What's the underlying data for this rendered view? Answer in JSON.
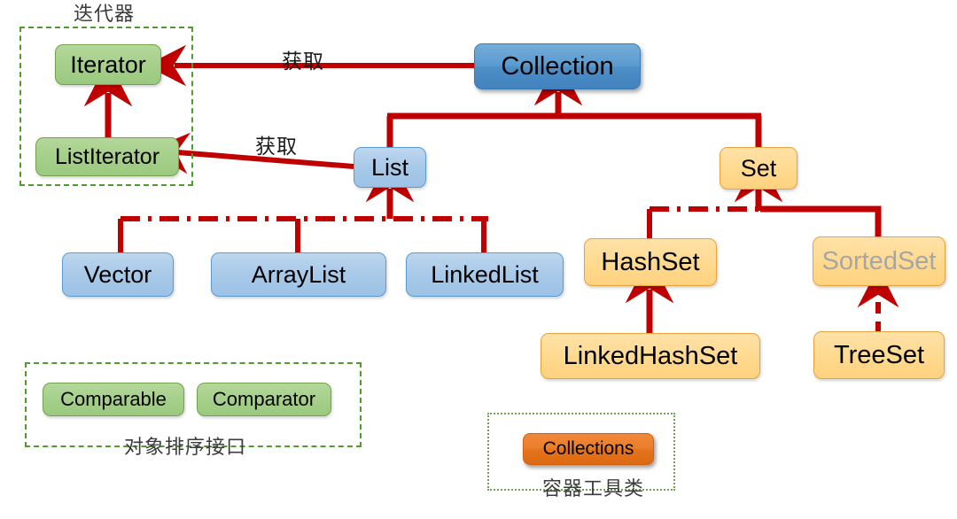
{
  "diagram": {
    "title_hidden": "",
    "accent_line_color": "#c00000",
    "frames": [
      {
        "name": "iterator-group",
        "label": "迭代器",
        "border_style": "dashed",
        "color": "#4f9b2f"
      },
      {
        "name": "comparator-group",
        "label": "对象排序接口",
        "border_style": "dashed",
        "color": "#4f9b2f"
      },
      {
        "name": "utility-group",
        "label": "容器工具类",
        "border_style": "dotted",
        "color": "#6aa84f"
      }
    ],
    "nodes": {
      "iterator": {
        "label": "Iterator",
        "style": "green"
      },
      "list_iterator": {
        "label": "ListIterator",
        "style": "green"
      },
      "collection": {
        "label": "Collection",
        "style": "blue-strong"
      },
      "list": {
        "label": "List",
        "style": "blue-light"
      },
      "set": {
        "label": "Set",
        "style": "yellow"
      },
      "vector": {
        "label": "Vector",
        "style": "blue-light"
      },
      "arraylist": {
        "label": "ArrayList",
        "style": "blue-light"
      },
      "linkedlist": {
        "label": "LinkedList",
        "style": "blue-light"
      },
      "hashset": {
        "label": "HashSet",
        "style": "yellow"
      },
      "sortedset": {
        "label": "SortedSet",
        "style": "yellow-muted"
      },
      "linkedhashset": {
        "label": "LinkedHashSet",
        "style": "yellow"
      },
      "treeset": {
        "label": "TreeSet",
        "style": "yellow"
      },
      "comparable": {
        "label": "Comparable",
        "style": "green"
      },
      "comparator": {
        "label": "Comparator",
        "style": "green"
      },
      "collections": {
        "label": "Collections",
        "style": "orange"
      }
    },
    "edges": [
      {
        "name": "collection-to-iterator",
        "label": "获取",
        "from": "collection",
        "to": "iterator",
        "line": "solid"
      },
      {
        "name": "list-to-listiterator",
        "label": "获取",
        "from": "list",
        "to": "list_iterator",
        "line": "solid"
      },
      {
        "name": "listiterator-to-iterator",
        "label": "",
        "from": "list_iterator",
        "to": "iterator",
        "line": "solid"
      },
      {
        "name": "list-to-collection",
        "label": "",
        "from": "list",
        "to": "collection",
        "line": "solid"
      },
      {
        "name": "set-to-collection",
        "label": "",
        "from": "set",
        "to": "collection",
        "line": "solid"
      },
      {
        "name": "vector-to-list",
        "label": "",
        "from": "vector",
        "to": "list",
        "line": "dashdot"
      },
      {
        "name": "arraylist-to-list",
        "label": "",
        "from": "arraylist",
        "to": "list",
        "line": "dashdot"
      },
      {
        "name": "linkedlist-to-list",
        "label": "",
        "from": "linkedlist",
        "to": "list",
        "line": "dashdot"
      },
      {
        "name": "hashset-to-set",
        "label": "",
        "from": "hashset",
        "to": "set",
        "line": "dashdot"
      },
      {
        "name": "sortedset-to-set",
        "label": "",
        "from": "sortedset",
        "to": "set",
        "line": "solid"
      },
      {
        "name": "linkedhashset-to-hashset",
        "label": "",
        "from": "linkedhashset",
        "to": "hashset",
        "line": "solid"
      },
      {
        "name": "treeset-to-sortedset",
        "label": "",
        "from": "treeset",
        "to": "sortedset",
        "line": "dashed"
      }
    ],
    "edge_labels": {
      "collection_iterator": "获取",
      "list_listiterator": "获取"
    }
  }
}
